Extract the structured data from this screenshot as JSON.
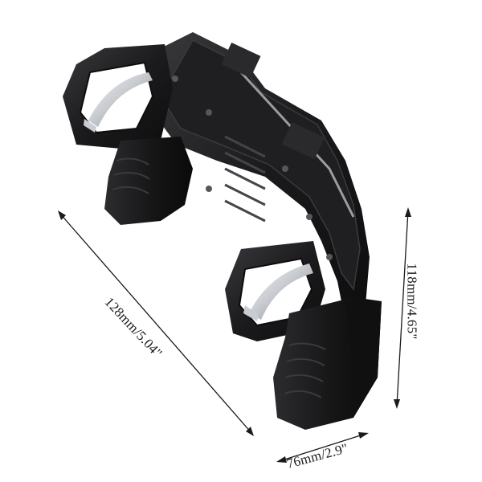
{
  "product": {
    "icon": "mobile-gamepad-trigger-grip",
    "body_color": "#1b1b1d",
    "highlight_color": "#3a3a3e",
    "metal_color": "#c9ccd1"
  },
  "dimensions": {
    "length_label": "128mm/5.04\"",
    "height_label": "118mm/4.65\"",
    "width_label": "76mm/2.9\""
  }
}
